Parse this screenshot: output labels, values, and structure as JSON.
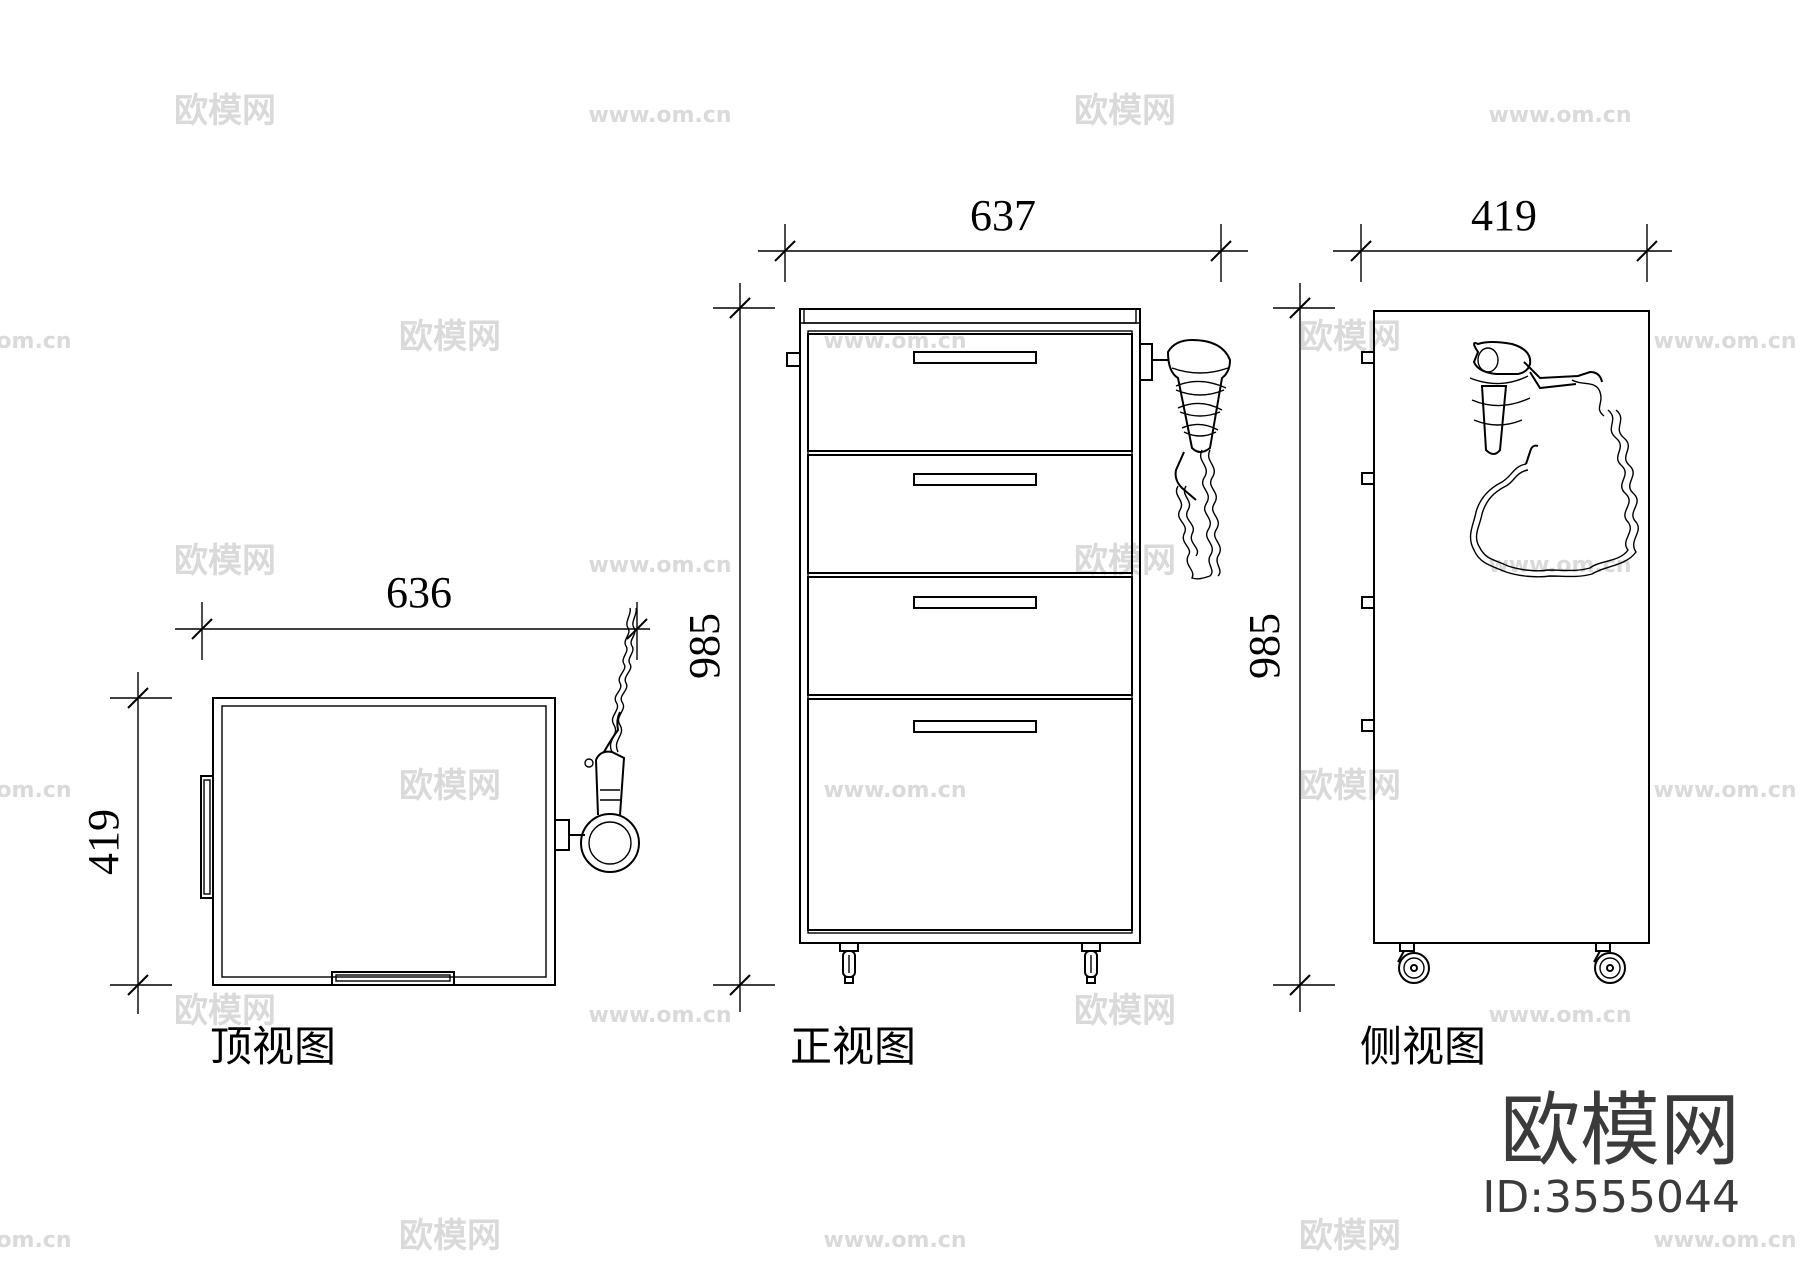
{
  "watermark": {
    "text_cn": "欧模网",
    "text_url": "www.om.cn"
  },
  "views": {
    "top": {
      "caption": "顶视图",
      "width_label": "636",
      "depth_label": "419"
    },
    "front": {
      "caption": "正视图",
      "width_label": "637",
      "height_label": "985"
    },
    "side": {
      "caption": "侧视图",
      "width_label": "419",
      "height_label": "985"
    }
  },
  "brand": {
    "name": "欧模网",
    "id_text": "ID:3555044"
  }
}
